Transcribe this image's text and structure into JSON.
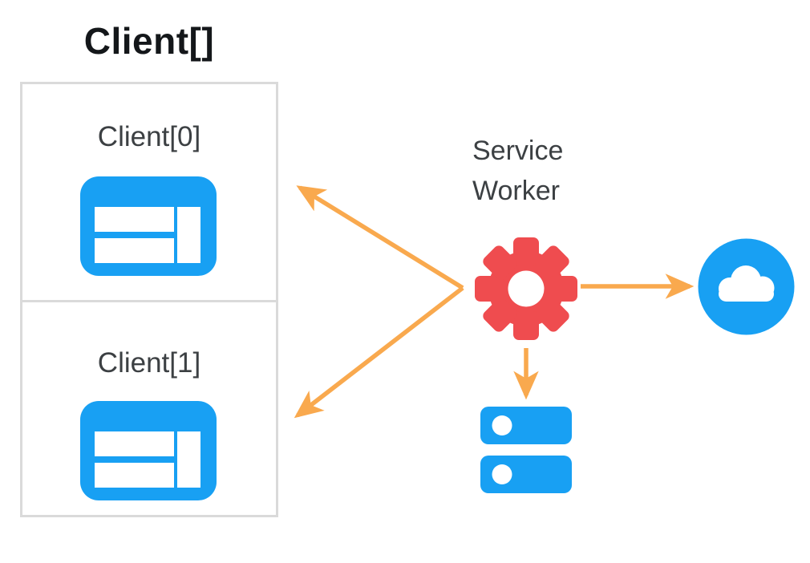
{
  "colors": {
    "blue": "#18A0F3",
    "red": "#EF4C4F",
    "orange": "#F9A94E",
    "border": "#DADADA",
    "text": "#3C4043",
    "title": "#14171A",
    "background": "#FFFFFF"
  },
  "diagram": {
    "title": "Client[]",
    "clients": [
      {
        "label": "Client[0]",
        "icon": "browser-window-icon"
      },
      {
        "label": "Client[1]",
        "icon": "browser-window-icon"
      }
    ],
    "service_worker": {
      "label_lines": [
        "Service",
        "Worker"
      ],
      "icon": "gear-icon"
    },
    "network": {
      "icon": "cloud-icon"
    },
    "storage": {
      "icon": "database-icon"
    },
    "arrows": [
      {
        "name": "service-worker-to-client0",
        "from": "service-worker",
        "to": "client0",
        "color": "#F9A94E"
      },
      {
        "name": "service-worker-to-client1",
        "from": "service-worker",
        "to": "client1",
        "color": "#F9A94E"
      },
      {
        "name": "service-worker-to-cloud",
        "from": "service-worker",
        "to": "cloud",
        "color": "#F9A94E"
      },
      {
        "name": "service-worker-to-database",
        "from": "service-worker",
        "to": "database",
        "color": "#F9A94E"
      }
    ]
  }
}
